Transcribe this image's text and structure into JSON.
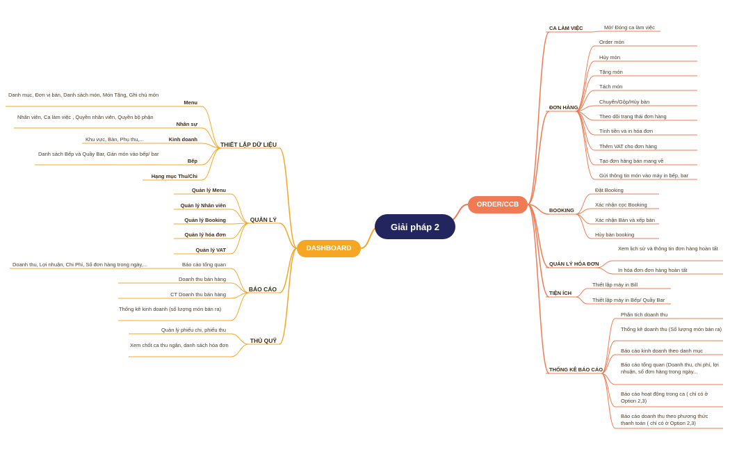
{
  "central": "Giải pháp 2",
  "dashboard": {
    "label": "DASHBOARD",
    "color": "#f5a623",
    "groups": [
      {
        "label": "THIẾT LẬP DỮ LIỆU",
        "items": [
          {
            "label": "Menu",
            "detail": "Danh mục, Đơn vị bán, Danh sách món, Món Tặng, Ghi chú món"
          },
          {
            "label": "Nhân sự",
            "detail": "Nhân viên, Ca làm việc , Quyền nhân viên, Quyền bộ phận"
          },
          {
            "label": "Kinh doanh",
            "detail": "Khu vực, Bàn, Phụ thu,..."
          },
          {
            "label": "Bếp",
            "detail": "Danh sách Bếp và Quầy Bar, Gán món vào bếp/ bar"
          },
          {
            "label": "Hạng mục Thu/Chi"
          }
        ]
      },
      {
        "label": "QUẢN LÝ",
        "items": [
          {
            "label": "Quản lý Menu"
          },
          {
            "label": "Quản lý Nhân viên"
          },
          {
            "label": "Quản lý Booking"
          },
          {
            "label": "Quản lý hóa đơn"
          },
          {
            "label": "Quản lý VAT"
          }
        ]
      },
      {
        "label": "BÁO CÁO",
        "items": [
          {
            "label": "Báo cáo tổng quan",
            "detail": "Doanh thu, Lợi nhuận, Chi Phí, Số đơn hàng trong ngày,..."
          },
          {
            "label": "Doanh thu bán hàng"
          },
          {
            "label": "CT Doanh thu bán hàng"
          },
          {
            "label": "Thống kê kinh doanh (số lượng món bán ra)"
          }
        ]
      },
      {
        "label": "THỦ QUỸ",
        "items": [
          {
            "label": "Quản lý phiếu chi, phiếu thu"
          },
          {
            "label": "Xem chốt ca thu ngân, danh sách hóa đơn"
          }
        ]
      }
    ]
  },
  "order": {
    "label": "ORDER/CCB",
    "color": "#f07a52",
    "groups": [
      {
        "label": "CA LÀM VIỆC",
        "items": [
          "Mở/ Đóng ca làm việc"
        ]
      },
      {
        "label": "ĐƠN HÀNG",
        "items": [
          "Order món",
          "Hủy món",
          "Tặng món",
          "Tách món",
          "Chuyển/Gộp/Hủy bàn",
          "Theo dõi trạng thái đơn hàng",
          "Tính tiền và in hóa đơn",
          "Thêm VAT cho đơn hàng",
          "Tạo đơn hàng bán mang về",
          "Gửi thông tin món vào máy in bếp, bar"
        ]
      },
      {
        "label": "BOOKING",
        "items": [
          "Đặt Booking",
          "Xác nhận cọc Booking",
          "Xác nhận Bàn và xếp bàn",
          "Hủy bàn booking"
        ]
      },
      {
        "label": "QUẢN LÝ HÓA ĐƠN",
        "items": [
          "Xem lịch sử và thông tin đơn hàng hoàn tất",
          "In hóa đơn đơn hàng hoàn tất"
        ]
      },
      {
        "label": "TIỆN ÍCH",
        "items": [
          "Thiết lập máy in Bill",
          "Thiết lập máy in Bếp/ Quầy Bar"
        ]
      },
      {
        "label": "THỐNG KÊ BÁO CÁO",
        "items": [
          "Phân tích doanh thu",
          "Thống kê doanh thu (Số lượng món bán ra)",
          "Báo cáo kinh doanh theo danh mục",
          "Báo cáo tổng quan (Doanh thu, chi phí, lợi nhuận, số đơn hàng trong ngày...",
          "Báo cáo hoạt động trong ca ( chỉ có ở Option 2,3)",
          "Báo cáo doanh thu theo phương thức thanh toán ( chỉ có ở Option 2,3)"
        ]
      }
    ]
  }
}
